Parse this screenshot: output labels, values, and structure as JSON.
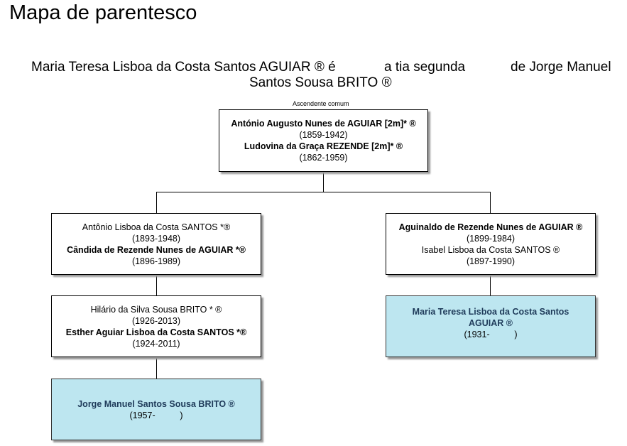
{
  "page_title": "Mapa de parentesco",
  "relationship": {
    "person_a": "Maria Teresa Lisboa da Costa Santos AGUIAR ® é",
    "relation": "a tia segunda",
    "prefix_b": "de Jorge Manuel",
    "person_b_cont": "Santos Sousa BRITO ®"
  },
  "common_ancestor_label": "Ascendente comum",
  "root": {
    "p1_name": "António Augusto Nunes de AGUIAR [2m]* ®",
    "p1_dates": "(1859-1942)",
    "p2_name": "Ludovina da Graça REZENDE [2m]* ®",
    "p2_dates": "(1862-1959)"
  },
  "left_gen1": {
    "p1_name": "Antônio Lisboa da Costa SANTOS *®",
    "p1_dates": "(1893-1948)",
    "p2_name": "Cândida de Rezende Nunes de AGUIAR *®",
    "p2_dates": "(1896-1989)"
  },
  "left_gen2": {
    "p1_name": "Hilário da Silva Sousa BRITO * ®",
    "p1_dates": "(1926-2013)",
    "p2_name": "Esther Aguiar Lisboa da Costa SANTOS *®",
    "p2_dates": "(1924-2011)"
  },
  "left_gen3": {
    "name": "Jorge Manuel Santos Sousa BRITO ®",
    "dates": "(1957-          )"
  },
  "right_gen1": {
    "p1_name": "Aguinaldo de Rezende Nunes de AGUIAR ®",
    "p1_dates": "(1899-1984)",
    "p2_name": "Isabel Lisboa da Costa SANTOS ®",
    "p2_dates": "(1897-1990)"
  },
  "right_gen2": {
    "name": "Maria Teresa Lisboa da Costa Santos AGUIAR ®",
    "dates": "(1931-          )"
  },
  "colors": {
    "highlight": "#bde6f0",
    "highlight_text": "#1f3b5a"
  }
}
